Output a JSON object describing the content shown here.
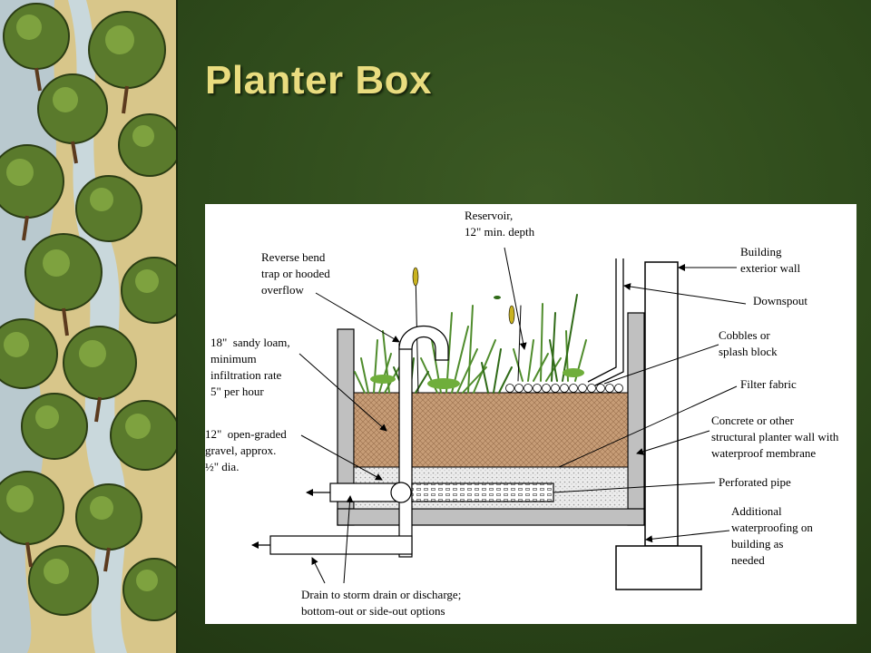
{
  "slide": {
    "title": "Planter Box",
    "accent_color": "#e9dc7f",
    "background_color": "#2e4a1b"
  },
  "side_art": {
    "icon": "forest-river-illustration-icon"
  },
  "diagram": {
    "labels": {
      "reservoir": "Reservoir,\n12\" min. depth",
      "overflow": "Reverse bend\ntrap or hooded\noverflow",
      "building_wall": "Building\nexterior wall",
      "downspout": "Downspout",
      "sandy_loam": "18\"  sandy loam,\nminimum\ninfiltration rate\n5\" per hour",
      "cobbles": "Cobbles or\nsplash block",
      "filter_fabric": "Filter fabric",
      "gravel": "12\"  open-graded\ngravel, approx.\n½\" dia.",
      "planter_wall": "Concrete or other\nstructural planter wall with\nwaterproof membrane",
      "perforated_pipe": "Perforated pipe",
      "waterproofing": "Additional\nwaterproofing on\nbuilding as\nneeded",
      "drain": "Drain to storm drain or discharge;\nbottom-out or side-out options"
    },
    "colors": {
      "soil": "#c79d77",
      "gravel": "#e8e8e8",
      "wall": "#c0c0c0",
      "foliage": "#4f8c2c"
    }
  }
}
